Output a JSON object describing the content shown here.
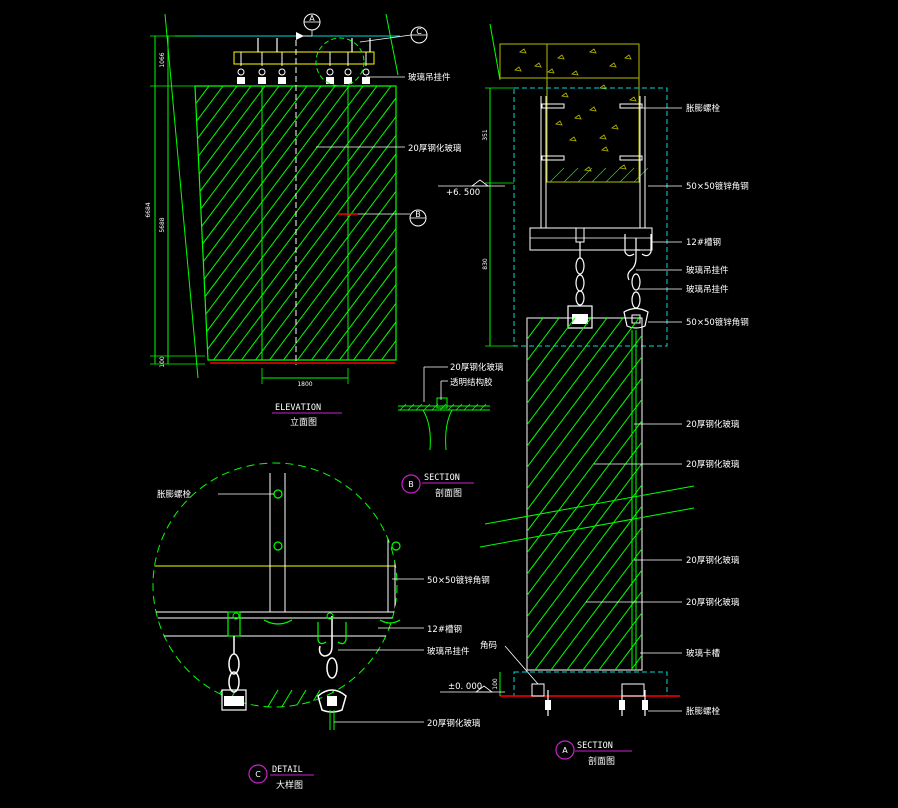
{
  "colors": {
    "background": "#000000",
    "green": "#00ff00",
    "white": "#ffffff",
    "cyan": "#00d8d8",
    "yellow": "#ffff00",
    "red": "#ff0000",
    "magenta": "#cc22cc",
    "concrete": "#b8b800"
  },
  "elevation": {
    "title": "ELEVATION",
    "subtitle": "立面图",
    "marker_a": "A",
    "marker_b": "B",
    "marker_c": "C",
    "dims": {
      "overall": "6684",
      "top": "1066",
      "middle": "5688",
      "bottom": "100",
      "width": "1800"
    },
    "labels": {
      "hanger": "玻璃吊挂件",
      "glass": "20厚钢化玻璃"
    }
  },
  "section_b": {
    "title": "SECTION",
    "subtitle": "剖面图",
    "marker": "B",
    "labels": {
      "glass": "20厚钢化玻璃",
      "sealant": "透明结构胶"
    }
  },
  "section_a": {
    "title": "SECTION",
    "subtitle": "剖面图",
    "marker": "A",
    "dims": {
      "upper": "351",
      "lower": "830",
      "base": "100"
    },
    "levels": {
      "top": "+6. 500",
      "ground": "±0. 000"
    },
    "labels": {
      "expansion_bolt": "胀膨螺栓",
      "angle_steel_1": "50×50镀锌角钢",
      "channel": "12#槽钢",
      "hanger_1": "玻璃吊挂件",
      "hanger_2": "玻璃吊挂件",
      "angle_steel_2": "50×50镀锌角钢",
      "glass_1": "20厚钢化玻璃",
      "glass_2": "20厚钢化玻璃",
      "glass_3": "20厚钢化玻璃",
      "glass_4": "20厚钢化玻璃",
      "corner": "角码",
      "clip": "玻璃卡槽",
      "bottom_bolt": "胀膨螺栓"
    }
  },
  "detail_c": {
    "title": "DETAIL",
    "subtitle": "大样图",
    "marker": "C",
    "labels": {
      "expansion_bolt": "胀膨螺栓",
      "angle_steel": "50×50镀锌角钢",
      "channel": "12#槽钢",
      "hanger": "玻璃吊挂件",
      "glass": "20厚钢化玻璃"
    }
  }
}
